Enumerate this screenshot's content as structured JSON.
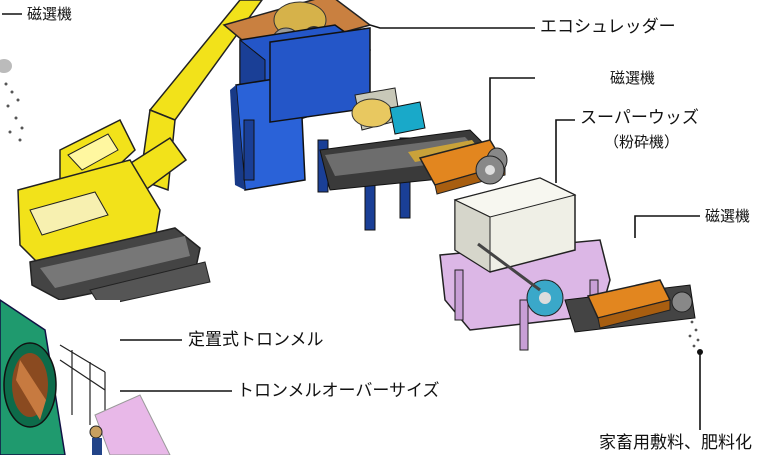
{
  "labels": {
    "magnet_left": "磁選機",
    "eco_shredder": "エコシュレッダー",
    "magnet_top": "磁選機",
    "super_woods": "スーパーウッズ",
    "super_woods_sub": "（粉砕機）",
    "magnet_right": "磁選機",
    "trommel": "定置式トロンメル",
    "trommel_oversize": "トロンメルオーバーサイズ",
    "output": "家畜用敷料、肥料化"
  },
  "colors": {
    "excavator_yellow": "#f2e21a",
    "shredder_blue": "#2456c8",
    "crusher_cream": "#efefe6",
    "stand_pink": "#dcb7e6",
    "magnet_orange": "#e2861f",
    "motor_cyan": "#19a9c9",
    "trommel_green": "#1f9a6e"
  },
  "icons": [
    "excavator",
    "eco-shredder",
    "magnetic-separator",
    "super-woods-crusher",
    "stationary-trommel",
    "conveyor-belt"
  ]
}
